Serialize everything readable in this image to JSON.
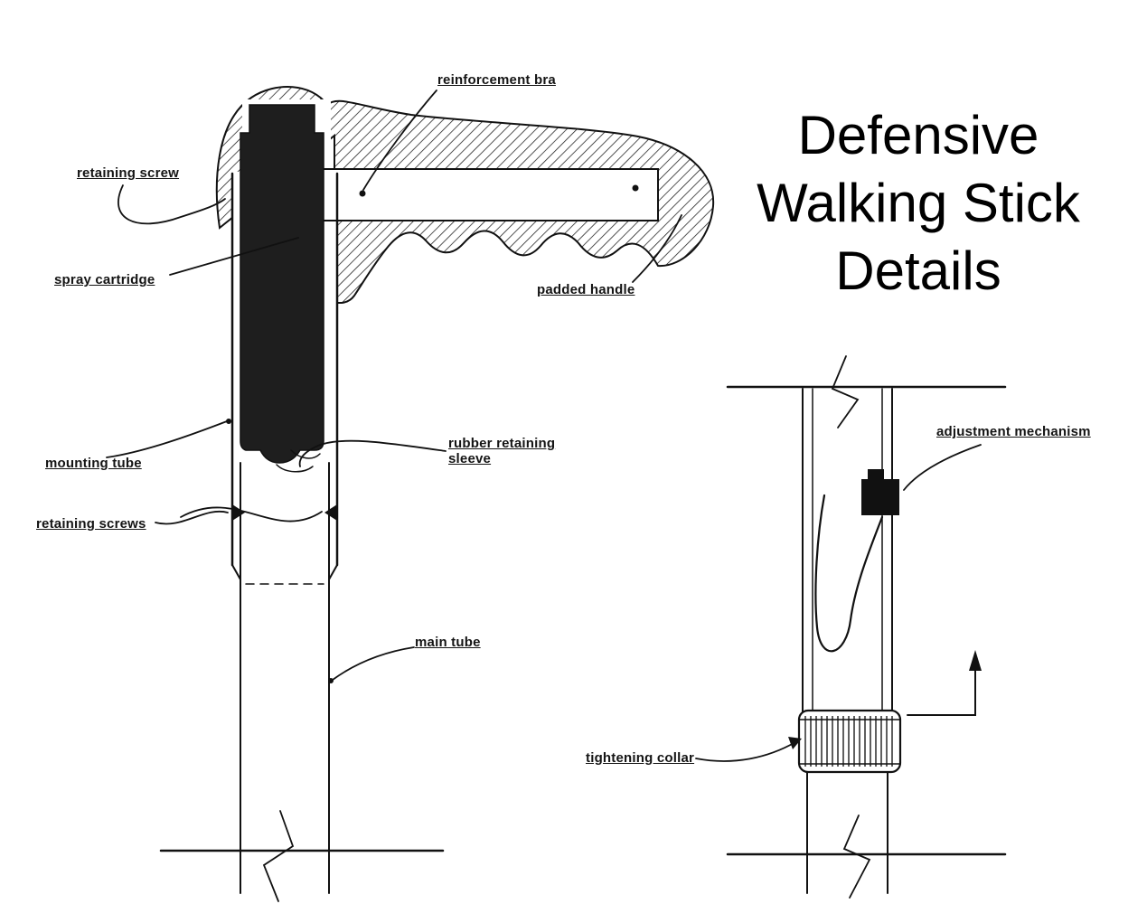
{
  "title": {
    "lines": [
      "Defensive",
      "Walking Stick",
      "Details"
    ]
  },
  "labels": {
    "reinforcement_brace": "reinforcement bra",
    "retaining_screw": "retaining screw",
    "spray_cartridge": "spray cartridge",
    "padded_handle": "padded handle",
    "mounting_tube": "mounting tube",
    "rubber_retaining_sleeve_line1": "rubber retaining",
    "rubber_retaining_sleeve_line2": "sleeve",
    "retaining_screws": "retaining screws",
    "main_tube": "main tube",
    "adjustment_mechanism": "adjustment mechanism",
    "tightening_collar": "tightening collar"
  },
  "colors": {
    "ink": "#111111",
    "paper": "#ffffff",
    "cartridge_fill": "#1e1e1e"
  }
}
